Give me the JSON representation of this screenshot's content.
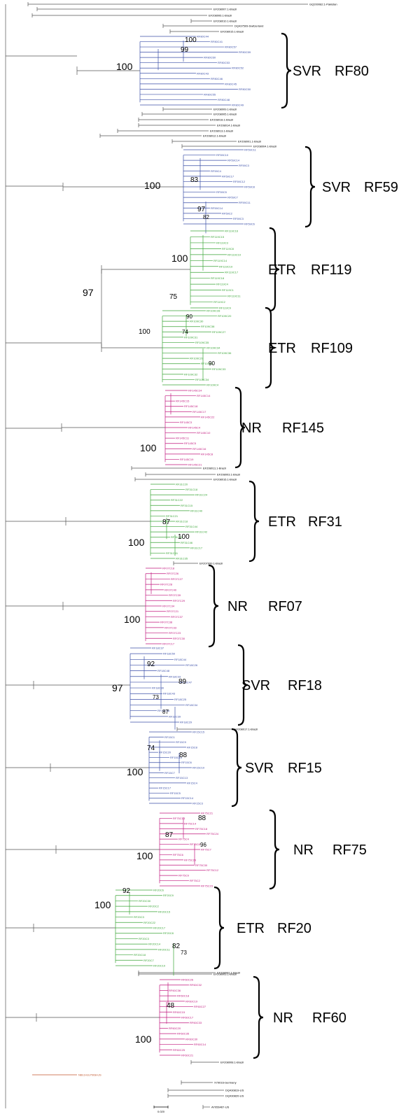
{
  "colors": {
    "SVR": "#3b4fa8",
    "ETR": "#3aa537",
    "NR": "#c1187e",
    "ref": "#000000",
    "outgroup": "#c0562c",
    "branch": "#555555"
  },
  "scale_label": "0.020",
  "references": [
    "GQ200082.1-Pakistan",
    "EF208007.1-Brazil",
    "EF208006.1-Brazil",
    "EF208010.1-Brazil",
    "DQ437509-Switzerland",
    "EF208015.1-Brazil",
    "EF208009.1-Brazil",
    "EF208005.1-Brazil",
    "EF208018.1-Brazil",
    "EF208014.1-Brazil",
    "EF208013.1-Brazil",
    "EF208012.1-Brazil",
    "EF208001.1-Brazil",
    "EF208004.1-Brazil",
    "EF208011.1-Brazil",
    "EF208003.1-Brazil",
    "EF208016.1-Brazil",
    "EF207999.1-Brazil",
    "EF208017.1-Brazil",
    "EF208002.1-Brazil",
    "EF208003.1-Brazil",
    "EF208008.1-Brazil",
    "X79016-Germany",
    "DQ430819-US",
    "DQ430820-US",
    "AY956467-US"
  ],
  "outgroup_label": "NB13-EU7968-US",
  "clades": [
    {
      "group": "SVR",
      "rf": "RF80",
      "type": "SVR",
      "boot": [
        "100",
        "100",
        "99"
      ],
      "leaves": [
        "RF80C44",
        "RF80C41",
        "RF80C57",
        "RF80C59",
        "RF80C60",
        "RF80C53",
        "RF80C52",
        "RF80C43",
        "RF80C46",
        "RF80C45",
        "RF80C50",
        "RF80C55",
        "RF80C48",
        "RF80C49"
      ]
    },
    {
      "group": "SVR",
      "rf": "RF59",
      "type": "SVR",
      "boot": [
        "100",
        "83",
        "97",
        "82"
      ],
      "leaves": [
        "RF59C11",
        "RF59C10",
        "RF59C14",
        "RF59C3",
        "RF59C4",
        "RF59C17",
        "RF59C12",
        "RF59C8",
        "RF59C5",
        "RF59C7",
        "RF59C11",
        "RF59C14",
        "RF59C2",
        "RF59C3",
        "RF59C6"
      ]
    },
    {
      "group": "ETR",
      "rf": "RF119",
      "type": "ETR",
      "boot": [
        "100"
      ],
      "leaves": [
        "RF119C16",
        "RF119C15",
        "RF119C3",
        "RF119C8",
        "RF119C10",
        "RF119C14",
        "RF119C19",
        "RF119C17",
        "RF119C18",
        "RF119C4",
        "RF119C1",
        "RF119C11",
        "RF119C2",
        "RF119C9"
      ]
    },
    {
      "group": "ETR",
      "rf": "RF109",
      "type": "ETR",
      "boot": [
        "97",
        "100",
        "75",
        "90",
        "74",
        "90"
      ],
      "leaves": [
        "RF109C28",
        "RF109C20",
        "RF109C30",
        "RF109C38",
        "RF109C27",
        "RF109C31",
        "RF109C35",
        "RF109C34",
        "RF109C36",
        "RF109C29",
        "RF109C2",
        "RF109C33",
        "RF109C32",
        "RF109C34",
        "RF109C4"
      ]
    },
    {
      "group": "NR",
      "rf": "RF145",
      "type": "NR",
      "boot": [
        "100"
      ],
      "leaves": [
        "RF145C24",
        "RF145C14",
        "RF145C15",
        "RF145C18",
        "RF145C17",
        "RF145C22",
        "RF145C3",
        "RF145C4",
        "RF145C10",
        "RF145C11",
        "RF145C5",
        "RF145C16",
        "RF145C8",
        "RF145C19",
        "RF145C21"
      ]
    },
    {
      "group": "ETR",
      "rf": "RF31",
      "type": "ETR",
      "boot": [
        "100",
        "87",
        "100"
      ],
      "leaves": [
        "RF31C20",
        "RF31C18",
        "RF31C24",
        "RF31C22",
        "RF31C15",
        "RF31C40",
        "RF31C21",
        "RF31C18",
        "RF31C44",
        "RF31C42",
        "RF31C43",
        "RF31C46",
        "RF31C17",
        "RF31C41",
        "RF31C35"
      ]
    },
    {
      "group": "NR",
      "rf": "RF07",
      "type": "NR",
      "boot": [
        "100"
      ],
      "leaves": [
        "RF07C18",
        "RF07C26",
        "RF07C27",
        "RF07C28",
        "RF07C40",
        "RF07C39",
        "RF07C29",
        "RF07C34",
        "RF07C21",
        "RF07C37",
        "RF07C38",
        "RF07C33",
        "RF07C23",
        "RF07C30",
        "RF07C17"
      ]
    },
    {
      "group": "SVR",
      "rf": "RF18",
      "type": "SVR",
      "boot": [
        "97",
        "92",
        "89",
        "73",
        "87"
      ],
      "leaves": [
        "RF18C37",
        "RF18C50",
        "RF18C44",
        "RF18C26",
        "RF18C48",
        "RF18C33",
        "RF18C47",
        "RF18C30",
        "RF18C43",
        "RF18C25",
        "RF18C34",
        "RF18C18",
        "RF18C39",
        "RF18C29"
      ]
    },
    {
      "group": "SVR",
      "rf": "RF15",
      "type": "SVR",
      "boot": [
        "100",
        "74",
        "88"
      ],
      "leaves": [
        "RF15C15",
        "RF15C1",
        "RF15C9",
        "RF15C8",
        "RF15C20",
        "RF15C10",
        "RF15C6",
        "RF15C10",
        "RF15C7",
        "RF15C13",
        "RF15C4",
        "RF15C17",
        "RF15C5",
        "RF15C14",
        "RF15C3"
      ]
    },
    {
      "group": "NR",
      "rf": "RF75",
      "type": "NR",
      "boot": [
        "100",
        "87",
        "88",
        "96"
      ],
      "leaves": [
        "RF75C21",
        "RF75C13",
        "RF75C14",
        "RF75C18",
        "RF75C24",
        "RF75C4",
        "RF75C8",
        "RF75C7",
        "RF75C6",
        "RF75C29",
        "RF75C30",
        "RF75C12",
        "RF75C9",
        "RF75C2",
        "RF75C23"
      ]
    },
    {
      "group": "ETR",
      "rf": "RF20",
      "type": "ETR",
      "boot": [
        "100",
        "92",
        "82",
        "73"
      ],
      "leaves": [
        "RF20C6",
        "RF20C9",
        "RF20C30",
        "RF20C2",
        "RF20C15",
        "RF20C3",
        "RF20C22",
        "RF20C17",
        "RF20C8",
        "RF20C3",
        "RF20C14",
        "RF20C11",
        "RF20C18",
        "RF20C7",
        "RF20C10"
      ]
    },
    {
      "group": "NR",
      "rf": "RF60",
      "type": "NR",
      "boot": [
        "100",
        "48"
      ],
      "leaves": [
        "RF60C26",
        "RF60C32",
        "RF60C36",
        "RF60C18",
        "RF60C19",
        "RF60C27",
        "RF60C15",
        "RF60C17",
        "RF60C33",
        "RF60C20",
        "RF60C35",
        "RF60C30",
        "RF60C14",
        "RF60C25",
        "RF60C21"
      ]
    }
  ]
}
